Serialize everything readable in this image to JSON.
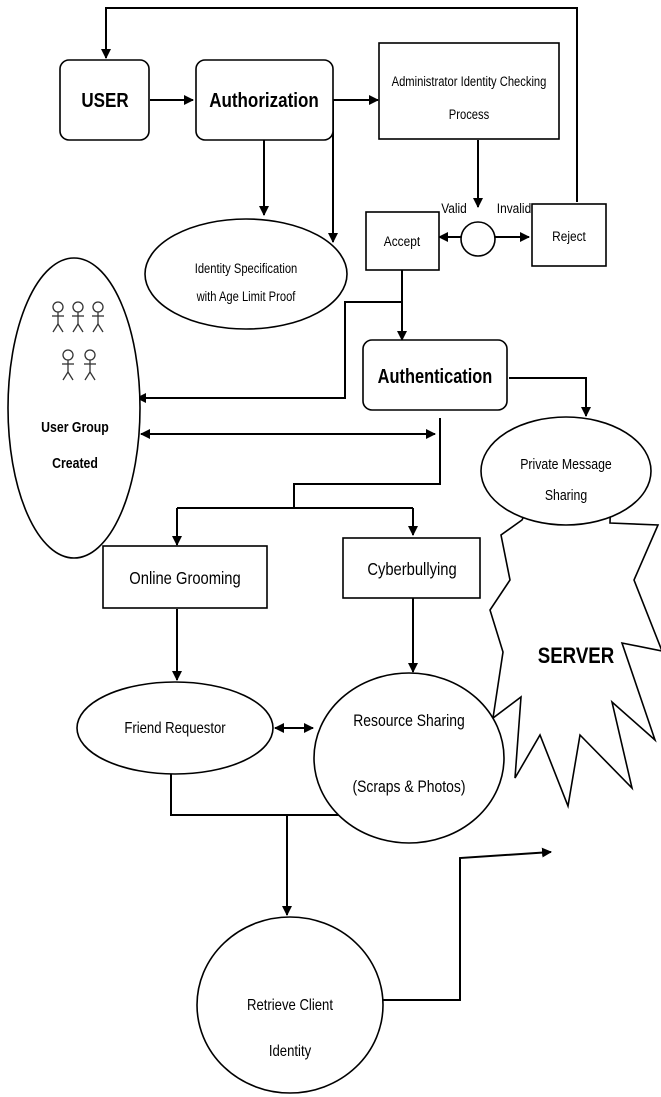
{
  "nodes": {
    "user": "USER",
    "authorization": "Authorization",
    "admin_check_line1": "Administrator Identity Checking",
    "admin_check_line2": "Process",
    "identity_spec_line1": "Identity Specification",
    "identity_spec_line2": "with Age Limit Proof",
    "valid": "Valid",
    "invalid": "Invalid",
    "accept": "Accept",
    "reject": "Reject",
    "user_group_line1": "User Group",
    "user_group_line2": "Created",
    "authentication": "Authentication",
    "private_message_line1": "Private Message",
    "private_message_line2": "Sharing",
    "online_grooming": "Online Grooming",
    "cyberbullying": "Cyberbullying",
    "server": "SERVER",
    "friend_requestor": "Friend Requestor",
    "resource_sharing_line1": "Resource Sharing",
    "resource_sharing_line2": "(Scraps & Photos)",
    "retrieve_client_line1": "Retrieve Client",
    "retrieve_client_line2": "Identity"
  },
  "icons": {
    "user_group": "person-icon"
  },
  "colors": {
    "stroke": "#000000",
    "fill": "#ffffff"
  }
}
